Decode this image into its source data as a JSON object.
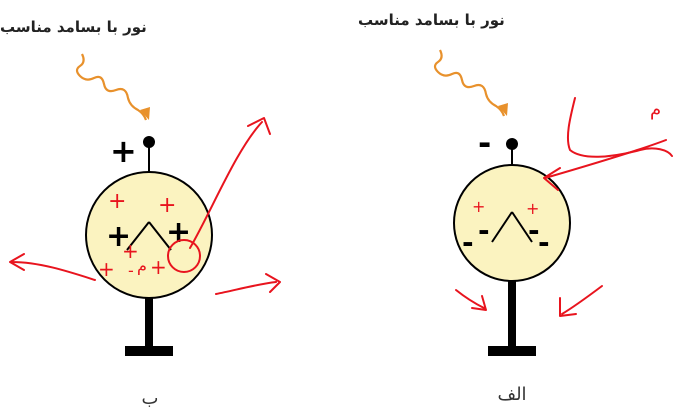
{
  "light_caption": "نور با بسامد مناسب",
  "panels": {
    "left": {
      "label": "ب"
    },
    "right": {
      "label": "الف"
    }
  },
  "symbols": {
    "plus": "+",
    "minus": "-"
  },
  "annotations": {
    "handwritten_mark": "م"
  },
  "colors": {
    "bulb_fill": "#fbf3c0",
    "wave": "#e8912c",
    "annotation_ink": "#e8141e",
    "electroscope": "#000000"
  }
}
